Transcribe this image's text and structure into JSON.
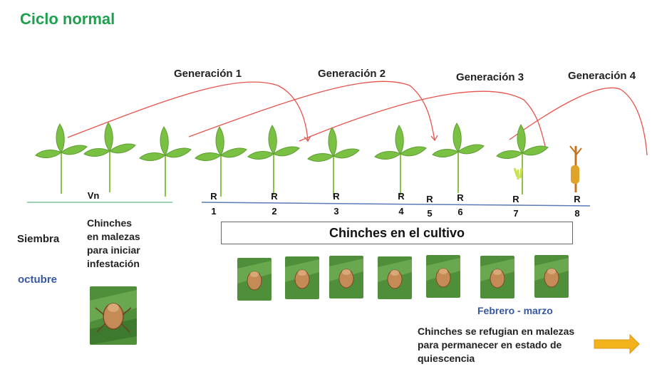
{
  "title": "Ciclo normal",
  "generations": [
    "Generación 1",
    "Generación 2",
    "Generación 3",
    "Generación 4"
  ],
  "vegetative_label": "Vn",
  "reproductive_stages": [
    {
      "letter": "R",
      "number": "1"
    },
    {
      "letter": "R",
      "number": "2"
    },
    {
      "letter": "R",
      "number": "3"
    },
    {
      "letter": "R",
      "number": "4"
    },
    {
      "letter": "R",
      "number": "5"
    },
    {
      "letter": "R",
      "number": "6"
    },
    {
      "letter": "R",
      "number": "7"
    },
    {
      "letter": "R",
      "number": "8"
    }
  ],
  "sowing": {
    "label": "Siembra",
    "month": "octubre"
  },
  "weeds_note": [
    "Chinches",
    "en malezas",
    "para iniciar",
    "infestación"
  ],
  "crop_banner": "Chinches en el cultivo",
  "late_months": "Febrero - marzo",
  "quiescence_note": [
    "Chinches se refugian en malezas",
    "para permanecer en estado de",
    "quiescencia"
  ],
  "colors": {
    "title": "#1ea04f",
    "arcs": "#e8534d",
    "leaf": "#7ac143",
    "arrow": "#f2b31a",
    "month_text": "#3557a5"
  },
  "icons": [
    "plant-icon",
    "stink-bug-photo",
    "orange-arrow-icon"
  ]
}
